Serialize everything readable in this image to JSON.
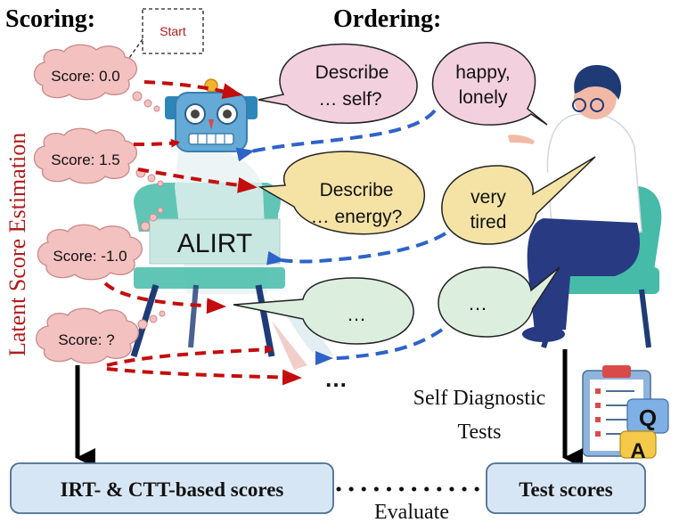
{
  "headings": {
    "scoring": "Scoring:",
    "ordering": "Ordering:",
    "latent": "Latent Score Estimation"
  },
  "start_label": "Start",
  "scores": [
    "Score: 0.0",
    "Score: 1.5",
    "Score: -1.0",
    "Score: ?"
  ],
  "robot_name": "ALIRT",
  "robot_bubbles": {
    "q1": [
      "Describe",
      "… self?"
    ],
    "q2": [
      "Describe",
      "… energy?"
    ],
    "q3": "…"
  },
  "person_bubbles": {
    "a1": [
      "happy,",
      "lonely"
    ],
    "a2": [
      "very",
      "tired"
    ],
    "a3": "…"
  },
  "trailing_dots": "…",
  "self_diag": [
    "Self Diagnostic",
    "Tests"
  ],
  "qa_letters": [
    "Q",
    "A"
  ],
  "boxes": {
    "left": "IRT- & CTT-based scores",
    "right": "Test scores"
  },
  "evaluate_label": "Evaluate",
  "colors": {
    "score_cloud": "#f3c1c0",
    "score_cloud_stroke": "#c98a88",
    "latent_text": "#b31b1b",
    "red_arrow": "#c40d0d",
    "blue_arrow": "#2e63c9",
    "robot_bubble": "#f5e3a6",
    "pink_bubble": "#f2d0de",
    "green_bubble": "#dceedd",
    "box_fill": "#d7e6f5",
    "box_stroke": "#4c6f92",
    "chair": "#45bba8",
    "shirt": "#ffffff",
    "pants": "#273a82"
  }
}
